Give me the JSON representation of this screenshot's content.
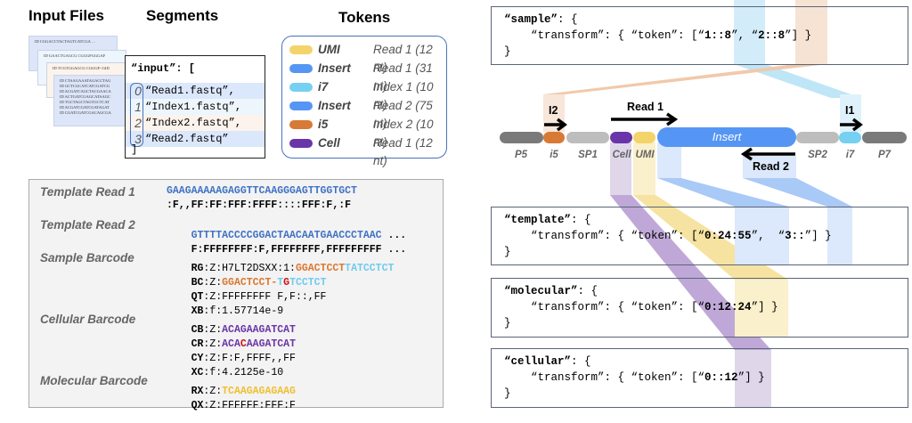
{
  "headings": {
    "input_files": "Input Files",
    "segments": "Segments",
    "tokens": "Tokens"
  },
  "input_files": [
    {
      "lines": [
        "ID CGGACCTACTAGTCATCGA …"
      ]
    },
    {
      "lines": [
        "ID GAACTGAGCG CGGGFGGGAF"
      ]
    },
    {
      "lines": [
        "ID TCGTGGAGCG CGGGF<GID"
      ]
    },
    {
      "lines": [
        "ID CTAAGAAATAGACCTAG",
        "ID GCTCGCATCATCGATCG",
        "ID ACGATCAGCTACGAACA",
        "ID ACTGATCGAGCATAAGC",
        "ID TGCTAGCTAGTGCTCAT",
        "ID ACGATCGATCGATAGAT",
        "ID CGATCGATCGACAGCGA"
      ]
    }
  ],
  "segments": {
    "open": "“input”: [",
    "close": "]",
    "rows": [
      {
        "index": "0",
        "value": "“Read1.fastq”,",
        "bg": "#dbe7fb"
      },
      {
        "index": "1",
        "value": "“Index1.fastq”,",
        "bg": "#eef6fd"
      },
      {
        "index": "2",
        "value": "“Index2.fastq”,",
        "bg": "#fcf3ec"
      },
      {
        "index": "3",
        "value": "“Read2.fastq”",
        "bg": "#dbe7fb"
      }
    ]
  },
  "tokens": [
    {
      "name": "UMI",
      "source": "Read 1 (12 nt)",
      "color": "#f4d36a"
    },
    {
      "name": "Insert",
      "source": "Read 1 (31 nt)",
      "color": "#5596f4"
    },
    {
      "name": "i7",
      "source": "Index 1 (10 nt)",
      "color": "#75d0f2"
    },
    {
      "name": "Insert",
      "source": "Read 2 (75 nt)",
      "color": "#5596f4"
    },
    {
      "name": "i5",
      "source": "Index 2 (10 nt)",
      "color": "#d77a35"
    },
    {
      "name": "Cell",
      "source": "Read 1 (12 nt)",
      "color": "#6a35a8"
    }
  ],
  "table": {
    "template_read_1": {
      "label": "Template Read 1",
      "seq": "GAAGAAAAAGAGGTTCAAGGGAGTTGGTGCT",
      "qual": ":F,,FF:FF:FFF:FFFF::::FFF:F,:F"
    },
    "template_read_2": {
      "label": "Template Read 2",
      "seq": "GTTTTACCCCGGACTAACAATGAACCCTAAC",
      "qual": "F:FFFFFFFF:F,FFFFFFFF,FFFFFFFFF",
      "ellipsis": " ..."
    },
    "sample_barcode": {
      "label": "Sample Barcode",
      "rg": {
        "tag": "RG",
        "prefix": ":Z:H7LT2DSXX:1:",
        "i5": "GGACTCCT",
        "i7": "TATCCTCT"
      },
      "bc": {
        "tag": "BC",
        "prefix": ":Z:",
        "i5": "GGACTCCT",
        "sep": "-",
        "i7_a": "T",
        "mismatch": "G",
        "i7_b": "TCCTCT"
      },
      "qt": {
        "tag": "QT",
        "value": ":Z:FFFFFFFF F,F::,FF"
      },
      "xb": {
        "tag": "XB",
        "value": ":f:1.57714e-9"
      }
    },
    "cellular_barcode": {
      "label": "Cellular Barcode",
      "cb": {
        "tag": "CB",
        "prefix": ":Z:",
        "seq": "ACAGAAGATCAT"
      },
      "cr": {
        "tag": "CR",
        "prefix": ":Z:",
        "seq_a": "ACA",
        "mismatch": "C",
        "seq_b": "AAGATCAT"
      },
      "cy": {
        "tag": "CY",
        "value": ":Z:F:F,FFFF,,FF"
      },
      "xc": {
        "tag": "XC",
        "value": ":f:4.2125e-10"
      }
    },
    "molecular_barcode": {
      "label": "Molecular Barcode",
      "rx": {
        "tag": "RX",
        "prefix": ":Z:",
        "seq": "TCAAGAGAGAAG"
      },
      "qx": {
        "tag": "QX",
        "value": ":Z:FFFFFF:FFF:F"
      }
    }
  },
  "configs": {
    "sample": {
      "key": "“sample”",
      "pre": "    “transform”: { “token”: [“",
      "t1": "1::8",
      "mid": "”, “",
      "t2": "2::8",
      "post": "”] }"
    },
    "template": {
      "key": "“template”",
      "pre": "    “transform”: { “token”: [“",
      "t1": "0:24:55",
      "mid": "”,  “",
      "t2": "3::",
      "post": "”] }"
    },
    "molecular": {
      "key": "“molecular”",
      "pre": "    “transform”: { “token”: [“",
      "t1": "0:12:24",
      "post": "”] }"
    },
    "cellular": {
      "key": "“cellular”",
      "pre": "    “transform”: { “token”: [“",
      "t1": "0::12",
      "post": "”] }"
    },
    "open_suffix": ": {",
    "close": "}"
  },
  "construct": {
    "segments": [
      "P5",
      "i5",
      "SP1",
      "Cell",
      "UMI",
      "Insert",
      "SP2",
      "i7",
      "P7"
    ],
    "reads": {
      "read1": "Read 1",
      "read2": "Read 2",
      "i1": "I1",
      "i2": "I2"
    }
  },
  "colors": {
    "umi": "#f4d36a",
    "insert": "#5596f4",
    "i7": "#75d0f2",
    "i5": "#d77a35",
    "cell": "#6a35a8",
    "adapter_dark": "#7a7a7a",
    "adapter_light": "#bdbdbd"
  }
}
